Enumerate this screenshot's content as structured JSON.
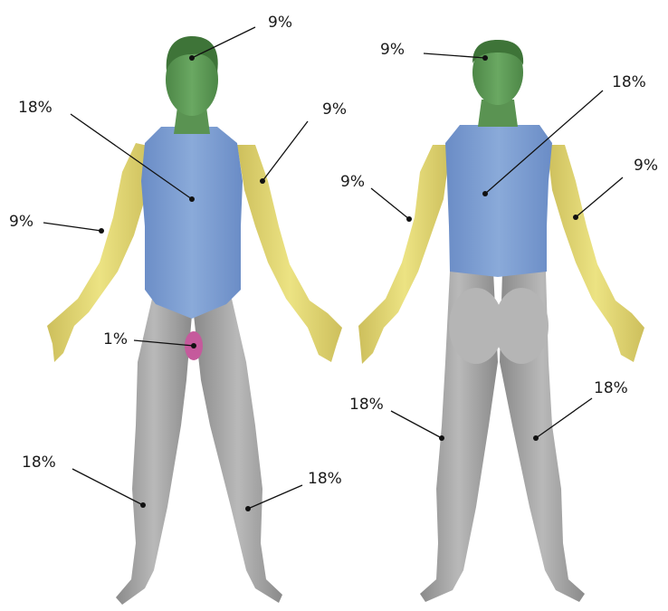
{
  "colors": {
    "head": "#5e9a56",
    "head_dark": "#3f7a3c",
    "trunk": "#7e9fd2",
    "trunk_dark": "#5f82bd",
    "arm": "#e2d877",
    "arm_dark": "#c4b955",
    "leg": "#a9a9a9",
    "leg_dark": "#858585",
    "genital": "#c55a9c",
    "line": "#111111"
  },
  "figures": {
    "front": {
      "labels": {
        "head": "9%",
        "trunk": "18%",
        "arm_left": "9%",
        "arm_right": "9%",
        "genital": "1%",
        "leg_left": "18%",
        "leg_right": "18%"
      }
    },
    "back": {
      "labels": {
        "head": "9%",
        "trunk": "18%",
        "arm_left": "9%",
        "arm_right": "9%",
        "leg_left": "18%",
        "leg_right": "18%"
      }
    }
  }
}
